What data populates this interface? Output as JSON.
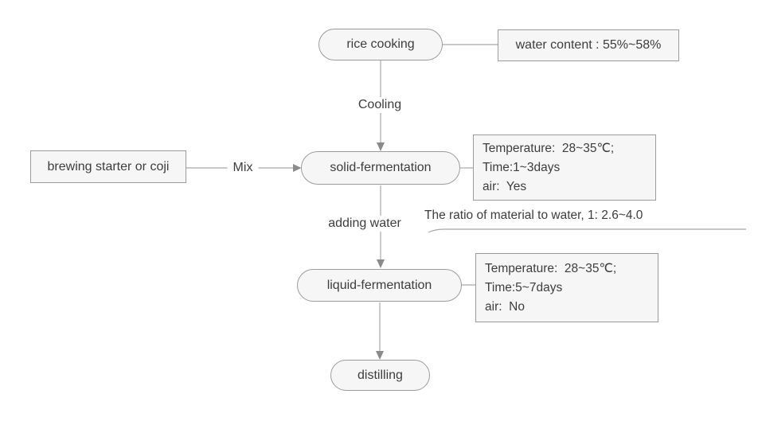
{
  "diagram": {
    "title_hint": "rice spirit brewing process flowchart",
    "nodes": {
      "rice_cooking": "rice cooking",
      "water_content": "water content :  55%~58%",
      "brewing_starter": "brewing starter or coji",
      "solid_fermentation": "solid-fermentation",
      "solid_info": "Temperature:  28~35℃;\nTime:1~3days\nair:  Yes",
      "liquid_fermentation": "liquid-fermentation",
      "liquid_info": "Temperature:  28~35℃;\nTime:5~7days\nair:  No",
      "distilling": "distilling"
    },
    "edge_labels": {
      "cooling": "Cooling",
      "mix": "Mix",
      "adding_water": "adding water",
      "ratio_note": "The ratio of material to water,  1:  2.6~4.0"
    },
    "colors": {
      "node_fill": "#f6f6f6",
      "node_border": "#9c9c9c",
      "line": "#a8a8a8",
      "arrowhead": "#8a8a8a",
      "text": "#3d3d3d",
      "background": "#ffffff"
    }
  }
}
